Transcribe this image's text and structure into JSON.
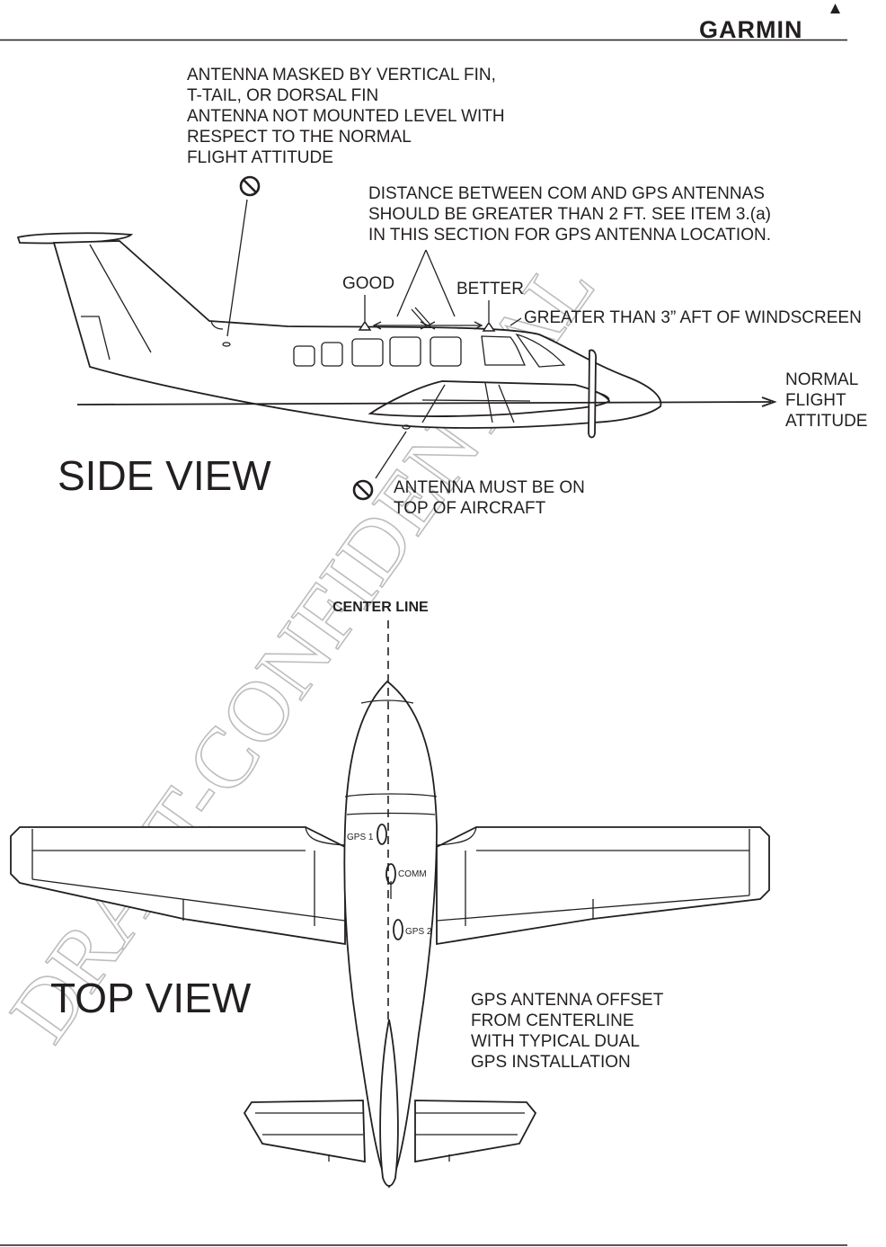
{
  "header": {
    "logo_text": "GARMIN"
  },
  "side_view": {
    "title": "SIDE VIEW",
    "note_masked": [
      "ANTENNA MASKED BY VERTICAL FIN,",
      "T-TAIL, OR DORSAL FIN",
      "ANTENNA NOT MOUNTED LEVEL WITH",
      "RESPECT TO THE NORMAL",
      "FLIGHT ATTITUDE"
    ],
    "note_distance": [
      "DISTANCE BETWEEN COM  AND GPS ANTENNAS",
      "SHOULD BE GREATER THAN 2 FT.  SEE ITEM 3.(a)",
      "IN THIS SECTION FOR GPS ANTENNA LOCATION."
    ],
    "good_label": "GOOD",
    "better_label": "BETTER",
    "windscreen_label": "GREATER THAN 3” AFT OF WINDSCREEN",
    "attitude_label": [
      "NORMAL",
      "FLIGHT",
      "ATTITUDE"
    ],
    "note_top": [
      "ANTENNA MUST BE ON",
      "TOP OF AIRCRAFT"
    ]
  },
  "top_view": {
    "title": "TOP VIEW",
    "centerline_label": "CENTER LINE",
    "gps1_label": "GPS 1",
    "comm_label": "COMM",
    "gps2_label": "GPS 2",
    "note_offset": [
      "GPS ANTENNA OFFSET",
      "FROM CENTERLINE",
      "WITH TYPICAL DUAL",
      "GPS INSTALLATION"
    ]
  },
  "watermark": "DRAFT-CONFIDENTIAL",
  "icons": {
    "prohibited": "prohibited-icon",
    "logo_mark": "garmin-triangle-icon"
  }
}
